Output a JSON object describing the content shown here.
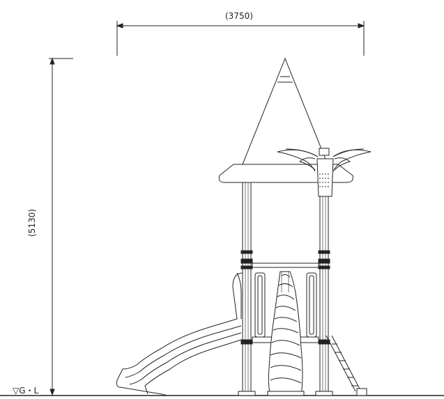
{
  "dimensions": {
    "width_label": "(3750)",
    "height_label": "(5130)"
  },
  "ground": {
    "label": "▽G・L"
  },
  "colors": {
    "line": "#222222",
    "roof_fill": "#e8e8e8",
    "background": "#ffffff"
  }
}
